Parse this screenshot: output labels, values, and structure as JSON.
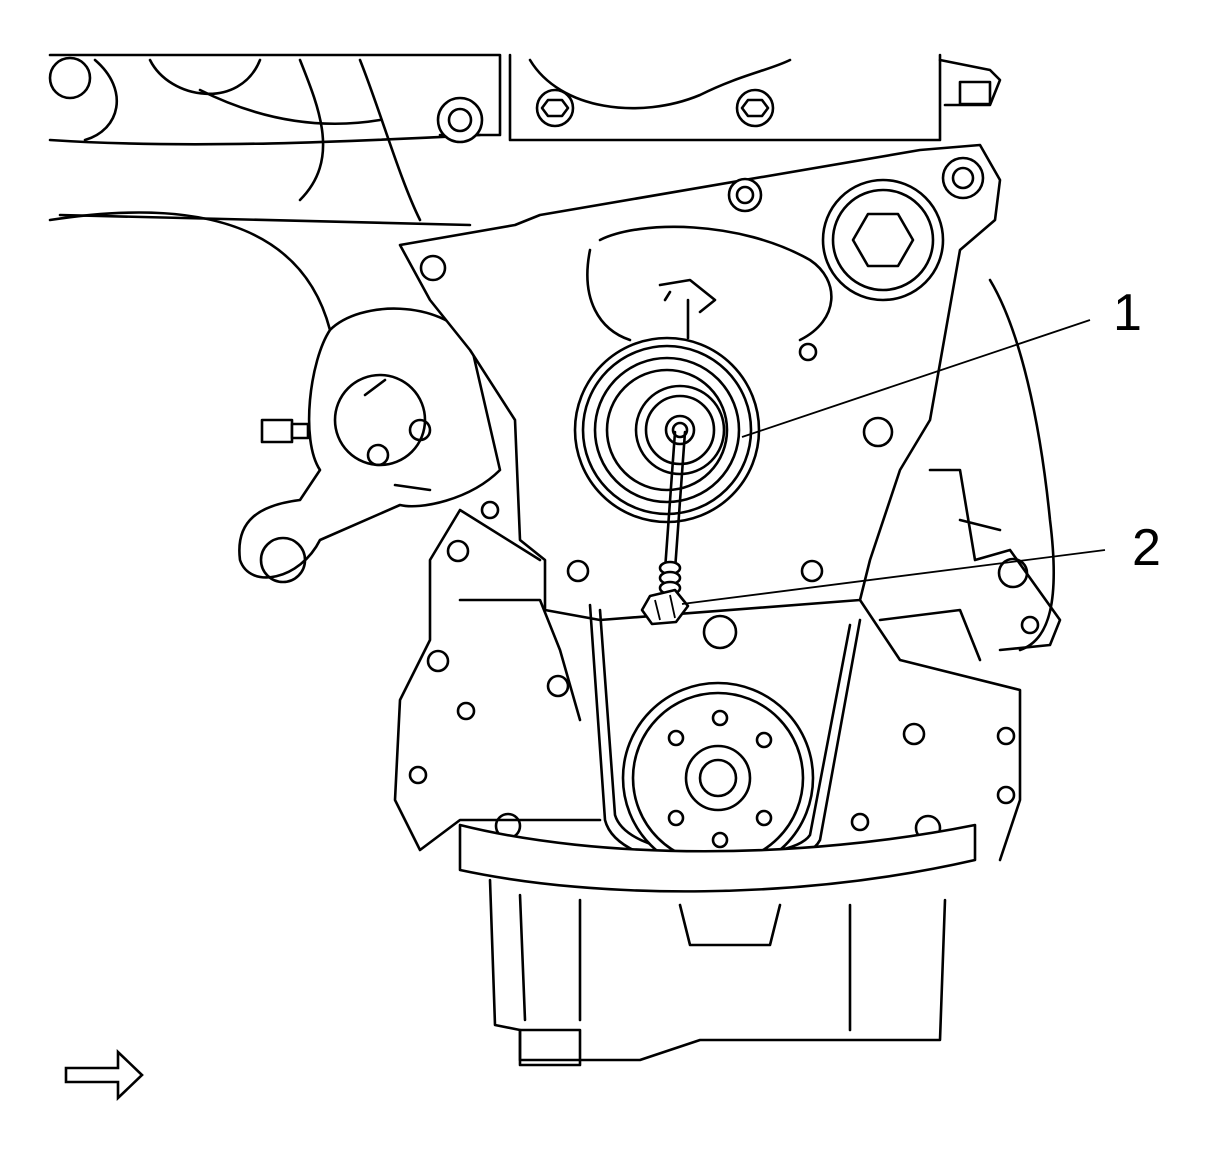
{
  "diagram": {
    "callouts": [
      {
        "id": "1",
        "label": "1",
        "part": "tensioner-pulley"
      },
      {
        "id": "2",
        "label": "2",
        "part": "tensioner-bolt"
      }
    ],
    "icons": {
      "orientation": "arrow-right-icon"
    },
    "line_color": "#000000",
    "background_color": "#ffffff"
  }
}
